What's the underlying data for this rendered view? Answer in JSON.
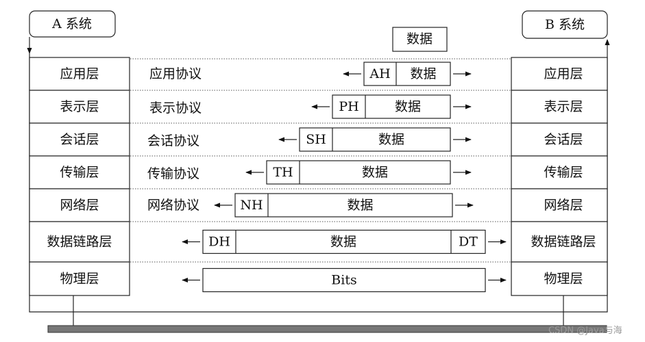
{
  "system_a": "A 系统",
  "system_b": "B 系统",
  "top_data": "数据",
  "layers": [
    "应用层",
    "表示层",
    "会话层",
    "传输层",
    "网络层",
    "数据链路层",
    "物理层"
  ],
  "protocols": [
    "应用协议",
    "表示协议",
    "会话协议",
    "传输协议",
    "网络协议",
    "",
    ""
  ],
  "headers": [
    "AH",
    "PH",
    "SH",
    "TH",
    "NH",
    "DH",
    ""
  ],
  "payloads": [
    "数据",
    "数据",
    "数据",
    "数据",
    "数据",
    "数据",
    "Bits"
  ],
  "trailers": [
    "",
    "",
    "",
    "",
    "",
    "DT",
    ""
  ],
  "watermark": "CSDN @Java与海"
}
